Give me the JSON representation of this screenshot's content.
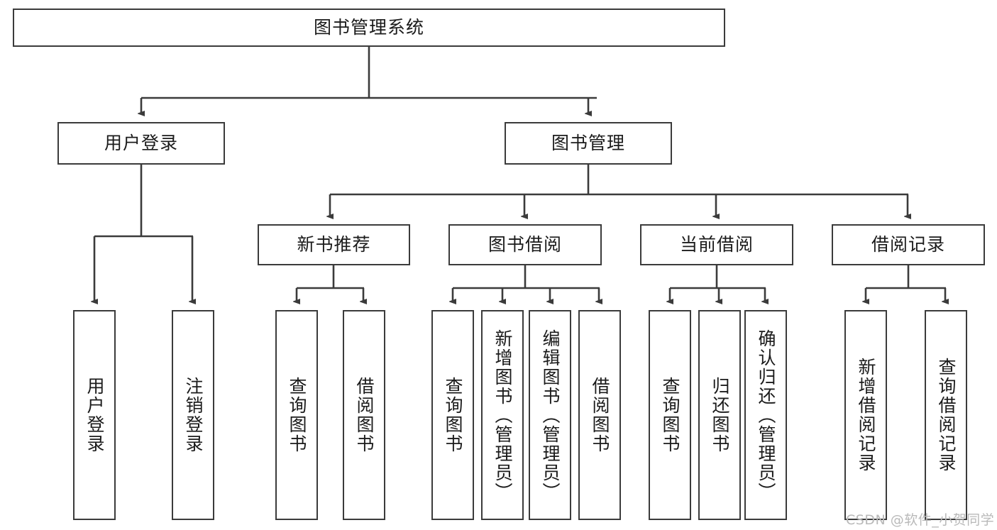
{
  "diagram": {
    "type": "tree-hierarchy",
    "title": "图书管理系统",
    "orientation": "top-down",
    "colors": {
      "node_border": "#3b3b3b",
      "node_fill": "#ffffff",
      "edge": "#3b3b3b",
      "text": "#1b1b1b",
      "watermark": "#b9b9b9",
      "background": "#ffffff"
    }
  },
  "nodes": {
    "root": {
      "label": "图书管理系统"
    },
    "level1": [
      {
        "id": "user-login",
        "label": "用户登录"
      },
      {
        "id": "book-manage",
        "label": "图书管理"
      }
    ],
    "level2": [
      {
        "id": "new-book-recommend",
        "label": "新书推荐"
      },
      {
        "id": "book-borrow",
        "label": "图书借阅"
      },
      {
        "id": "current-borrow",
        "label": "当前借阅"
      },
      {
        "id": "borrow-record",
        "label": "借阅记录"
      }
    ],
    "leaves": {
      "user_login": [
        {
          "id": "leaf-user-login",
          "label": "用户登录"
        },
        {
          "id": "leaf-user-logout",
          "label": "注销登录"
        }
      ],
      "new_book_recommend": [
        {
          "id": "leaf-query-book-1",
          "label": "查询图书"
        },
        {
          "id": "leaf-borrow-book-1",
          "label": "借阅图书"
        }
      ],
      "book_borrow": [
        {
          "id": "leaf-query-book-2",
          "label": "查询图书"
        },
        {
          "id": "leaf-add-book",
          "label": "新增图书（管理员）"
        },
        {
          "id": "leaf-edit-book",
          "label": "编辑图书（管理员）"
        },
        {
          "id": "leaf-borrow-book-2",
          "label": "借阅图书"
        }
      ],
      "current_borrow": [
        {
          "id": "leaf-query-book-3",
          "label": "查询图书"
        },
        {
          "id": "leaf-return-book",
          "label": "归还图书"
        },
        {
          "id": "leaf-confirm-return",
          "label": "确认归还（管理员）"
        }
      ],
      "borrow_record": [
        {
          "id": "leaf-add-record",
          "label": "新增借阅记录"
        },
        {
          "id": "leaf-query-record",
          "label": "查询借阅记录"
        }
      ]
    }
  },
  "watermark": {
    "text": "CSDN @软件_小贺同学"
  }
}
